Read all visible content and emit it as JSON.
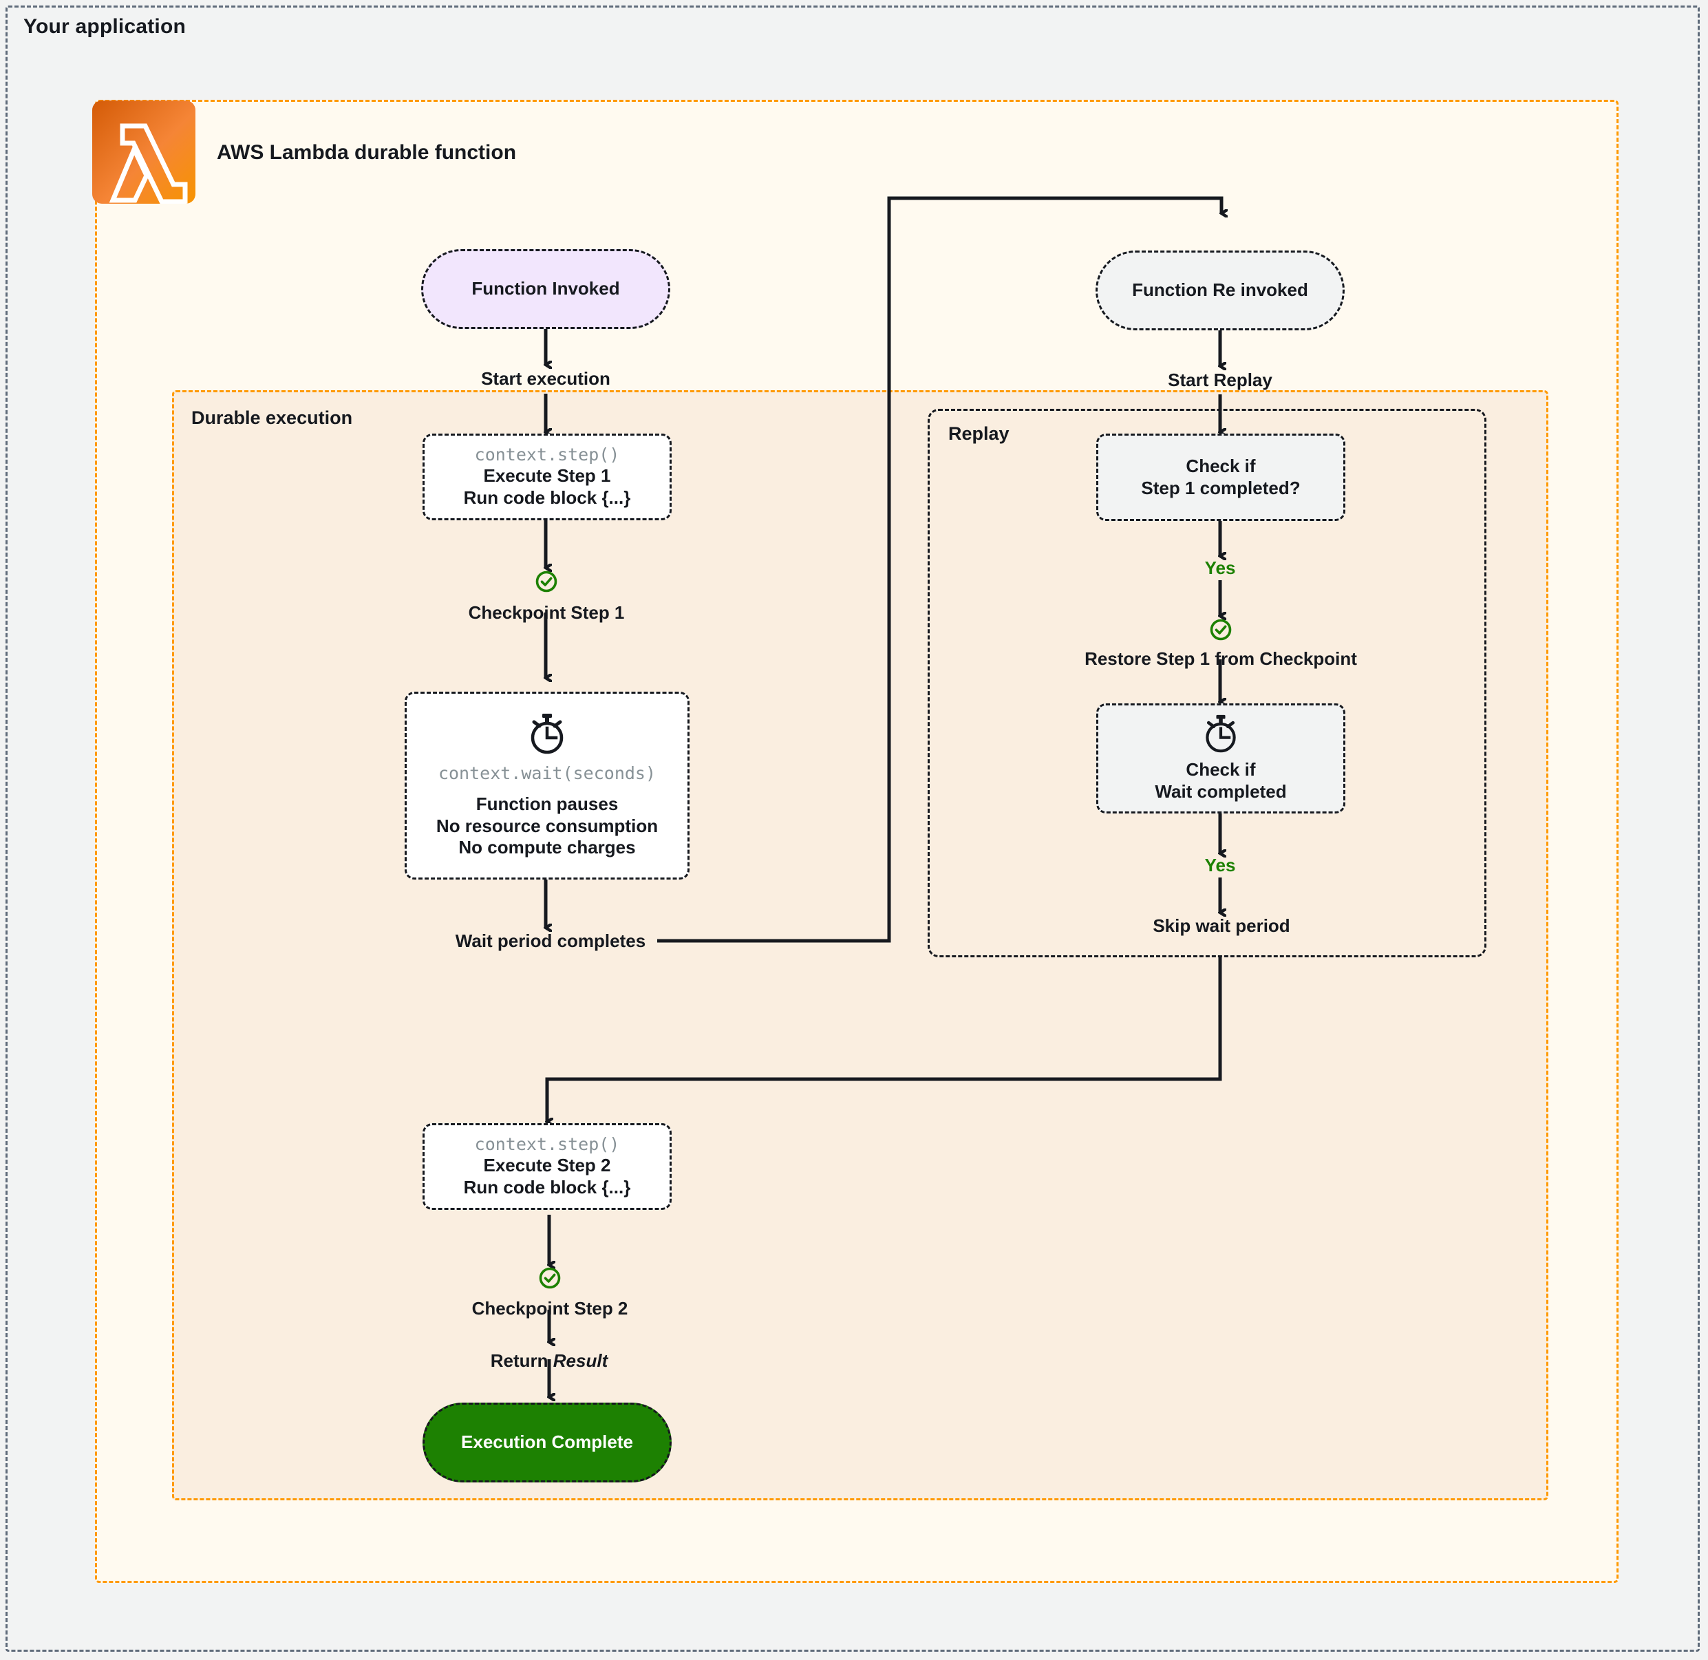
{
  "app": {
    "title": "Your application"
  },
  "lambda": {
    "label": "AWS Lambda durable function",
    "icon": "aws-lambda-icon"
  },
  "groups": {
    "durable_execution": "Durable execution",
    "replay": "Replay"
  },
  "colors": {
    "accent_orange": "#ff9900",
    "group_bg": "#faeee0",
    "lambda_bg": "#fffaf0",
    "start_pill_bg": "#f2e6fd",
    "replay_node_bg": "#f2f3f3",
    "success_green": "#1d8102",
    "complete_bg": "#1d8102",
    "code_gray": "#879196",
    "canvas_bg": "#f2f3f3"
  },
  "left_flow": {
    "start_node": {
      "label": "Function Invoked"
    },
    "edge_start": "Start execution",
    "step1": {
      "code": "context.step()",
      "line1": "Execute Step 1",
      "line2": "Run code block {...}"
    },
    "checkpoint1": {
      "icon": "check-circle-icon",
      "label": "Checkpoint Step 1"
    },
    "wait": {
      "icon": "stopwatch-icon",
      "code": "context.wait(seconds)",
      "line1": "Function pauses",
      "line2": "No resource consumption",
      "line3": "No compute charges"
    },
    "wait_done": "Wait period completes",
    "step2": {
      "code": "context.step()",
      "line1": "Execute Step 2",
      "line2": "Run code block {...}"
    },
    "checkpoint2": {
      "icon": "check-circle-icon",
      "label": "Checkpoint Step 2"
    },
    "return": {
      "prefix": "Return ",
      "value": "Result"
    },
    "complete": {
      "label": "Execution Complete"
    }
  },
  "right_flow": {
    "start_node": {
      "label": "Function Re invoked"
    },
    "edge_start": "Start Replay",
    "check_step1": {
      "line1": "Check if",
      "line2": "Step 1 completed?"
    },
    "yes1": "Yes",
    "restore": {
      "icon": "check-circle-icon",
      "label": "Restore Step 1 from Checkpoint"
    },
    "check_wait": {
      "icon": "stopwatch-icon",
      "line1": "Check if",
      "line2": "Wait completed"
    },
    "yes2": "Yes",
    "skip_wait": "Skip wait period"
  }
}
